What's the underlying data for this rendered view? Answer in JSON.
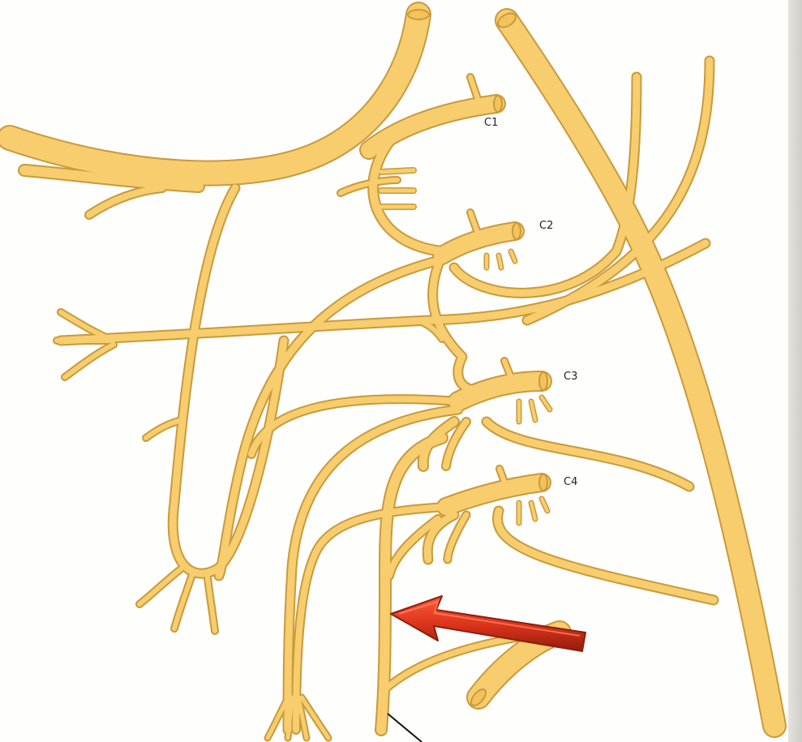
{
  "figure": {
    "labels": {
      "c1": "C1",
      "c2": "C2",
      "c3": "C3",
      "c4": "C4"
    }
  },
  "colors": {
    "background": "#fefefc",
    "nerve_fill": "#f7cd6e",
    "nerve_outline": "#c99a3c",
    "arrow_fill": "#d8321a",
    "arrow_outline": "#8e1d0c"
  },
  "annotations": {
    "pointer_arrow": "red-arrow-pointing-left"
  }
}
